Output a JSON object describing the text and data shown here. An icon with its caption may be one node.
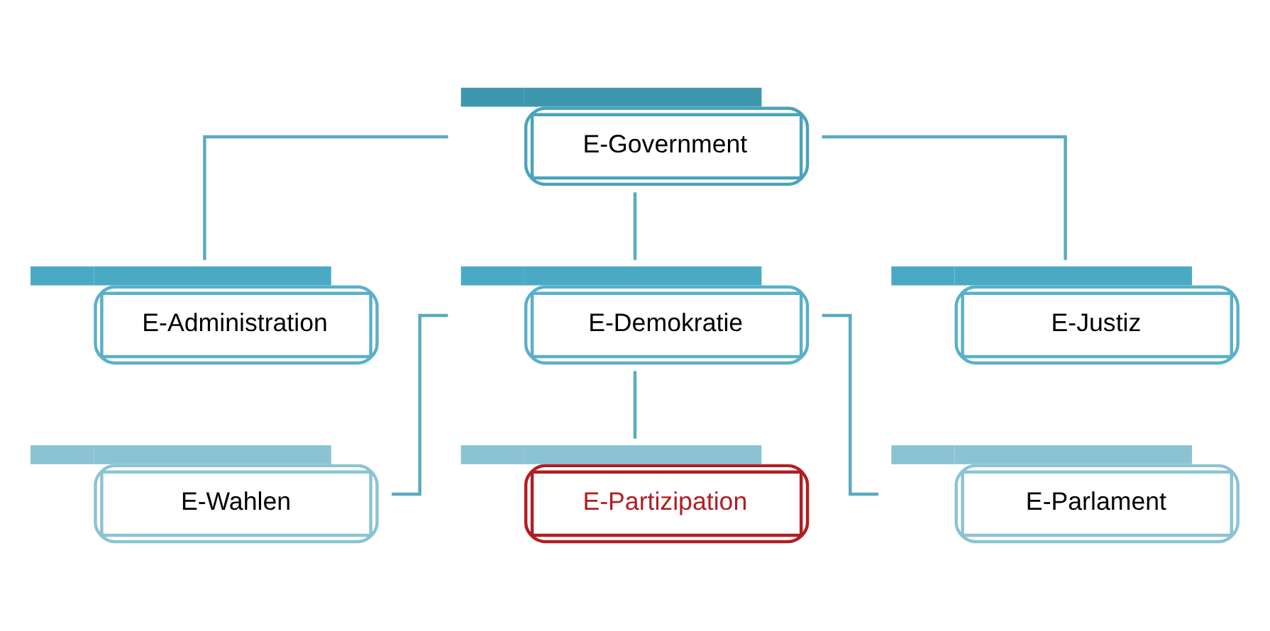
{
  "diagram": {
    "nodes": [
      {
        "text": [
          "E-Government"
        ]
      },
      {
        "text": [
          "E-Administration"
        ]
      },
      {
        "text": [
          "E-Demokratie"
        ]
      },
      {
        "text": [
          "E-Justiz"
        ]
      },
      {
        "text": [
          "E-Wahlen"
        ]
      },
      {
        "text": [
          "E-Partizipation"
        ]
      },
      {
        "text": [
          "E-Parlament"
        ]
      }
    ],
    "edges": [
      {
        "from": 0,
        "to": 1,
        "arrow": "none"
      },
      {
        "from": 0,
        "to": 2,
        "arrow": "none"
      },
      {
        "from": 0,
        "to": 3,
        "arrow": "none"
      },
      {
        "from": 2,
        "to": 4,
        "arrow": "none"
      },
      {
        "from": 2,
        "to": 5,
        "arrow": "none"
      },
      {
        "from": 2,
        "to": 6,
        "arrow": "none"
      }
    ]
  }
}
